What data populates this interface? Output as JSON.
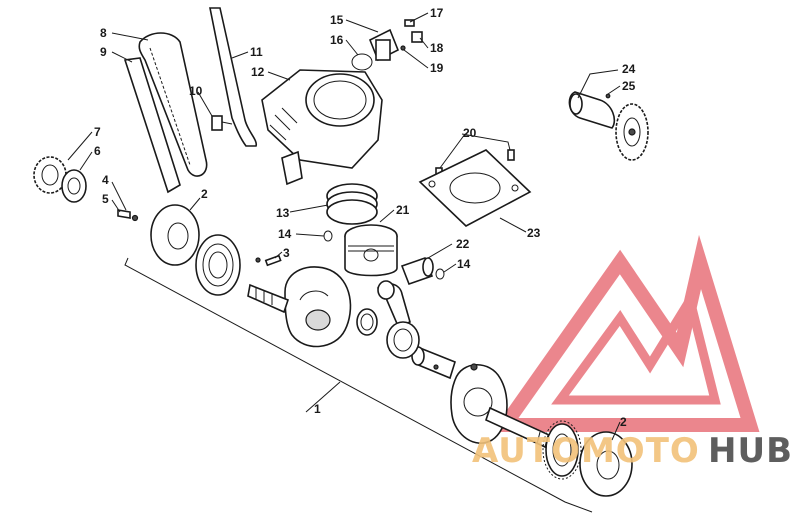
{
  "callouts": {
    "c1": "1",
    "c2a": "2",
    "c2b": "2",
    "c3": "3",
    "c4": "4",
    "c5": "5",
    "c6": "6",
    "c7": "7",
    "c8": "8",
    "c9": "9",
    "c10": "10",
    "c11": "11",
    "c12": "12",
    "c13": "13",
    "c14a": "14",
    "c14b": "14",
    "c15": "15",
    "c16": "16",
    "c17": "17",
    "c18": "18",
    "c19": "19",
    "c20": "20",
    "c21": "21",
    "c22": "22",
    "c23": "23",
    "c24": "24",
    "c25": "25"
  },
  "watermark": {
    "part1": "AUTOMOTO",
    "part2": "HUB",
    "colors": {
      "logo": "#e8727a",
      "part1": "#f2c27a",
      "part2": "#4d4d4d"
    }
  }
}
